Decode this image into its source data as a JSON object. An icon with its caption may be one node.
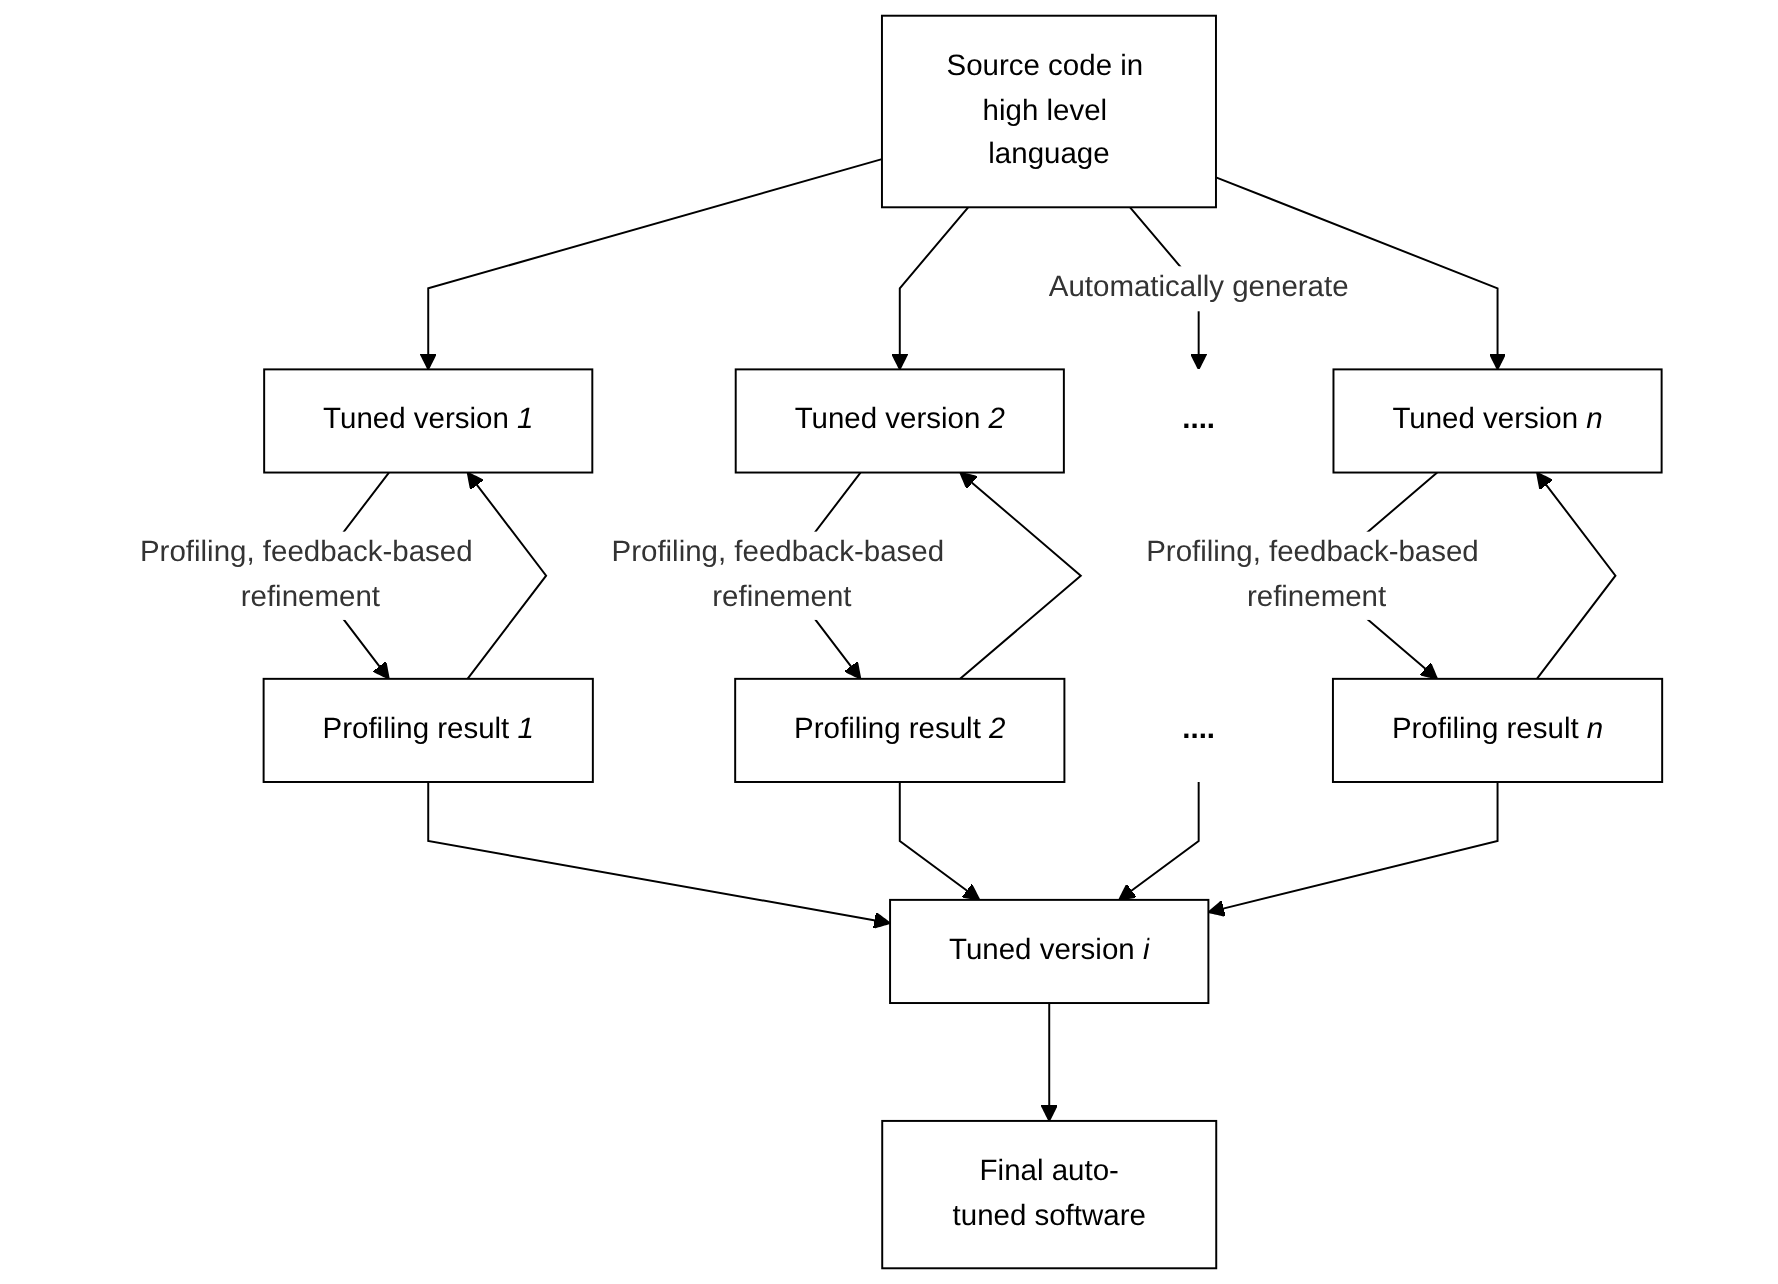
{
  "diagram": {
    "nodes": [
      {
        "text": [
          "Source code in high level language"
        ]
      },
      {
        "text": [
          "Tuned version *1*"
        ]
      },
      {
        "text": [
          "Tuned version *2*"
        ]
      },
      {
        "text": [
          "...."
        ]
      },
      {
        "text": [
          "Tuned version *n*"
        ]
      },
      {
        "text": [
          "Profiling result *1*"
        ]
      },
      {
        "text": [
          "Profiling result *2*"
        ]
      },
      {
        "text": [
          "...."
        ]
      },
      {
        "text": [
          "Profiling result *n*"
        ]
      },
      {
        "text": [
          "Tuned version *i*"
        ]
      },
      {
        "text": [
          "Final auto-tuned software"
        ]
      }
    ],
    "edges": [
      {
        "from": 0,
        "to": 1,
        "arrow": "to"
      },
      {
        "from": 0,
        "to": 2,
        "arrow": "to"
      },
      {
        "from": 0,
        "to": 3,
        "arrow": "to",
        "label": "Automatically generate"
      },
      {
        "from": 0,
        "to": 4,
        "arrow": "to"
      },
      {
        "from": 1,
        "to": 5,
        "arrow": "to",
        "label": "Profiling, feedback-based refinement"
      },
      {
        "from": 5,
        "to": 1,
        "arrow": "to"
      },
      {
        "from": 2,
        "to": 6,
        "arrow": "to",
        "label": "Profiling, feedback-based refinement"
      },
      {
        "from": 6,
        "to": 2,
        "arrow": "to"
      },
      {
        "from": 4,
        "to": 8,
        "arrow": "to",
        "label": "Profiling, feedback-based refinement"
      },
      {
        "from": 8,
        "to": 4,
        "arrow": "to"
      },
      {
        "from": 5,
        "to": 9,
        "arrow": "to"
      },
      {
        "from": 6,
        "to": 9,
        "arrow": "to"
      },
      {
        "from": 7,
        "to": 9,
        "arrow": "to"
      },
      {
        "from": 8,
        "to": 9,
        "arrow": "to"
      },
      {
        "from": 9,
        "to": 10,
        "arrow": "to"
      }
    ]
  }
}
